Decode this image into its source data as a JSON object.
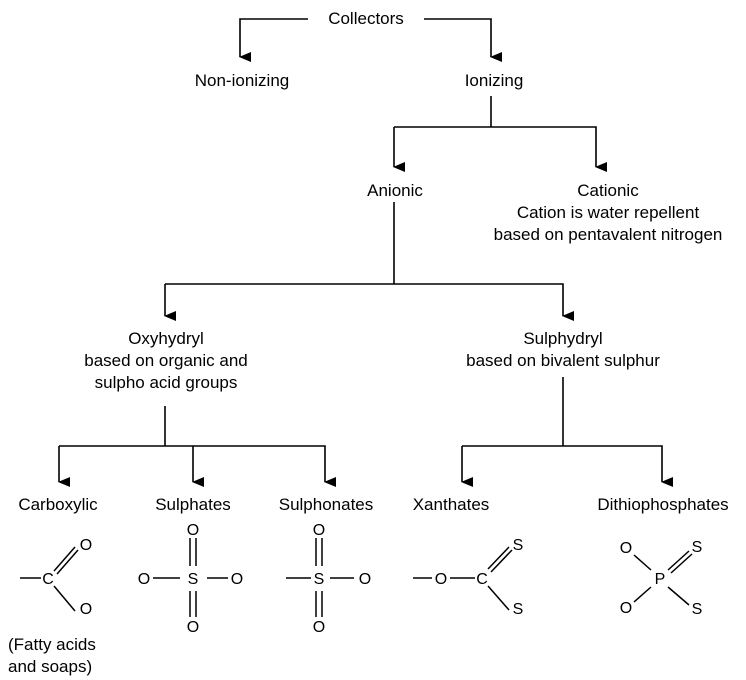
{
  "root": "Collectors",
  "level1": {
    "left": "Non-ionizing",
    "right": "Ionizing"
  },
  "level2": {
    "anionic": "Anionic",
    "cationic": [
      "Cationic",
      "Cation is water repellent",
      "based on pentavalent nitrogen"
    ]
  },
  "level3": {
    "oxyhydryl": [
      "Oxyhydryl",
      "based on organic and",
      "sulpho acid groups"
    ],
    "sulphydryl": [
      "Sulphydryl",
      "based on bivalent sulphur"
    ]
  },
  "level4": {
    "carboxylic": "Carboxylic",
    "sulphates": "Sulphates",
    "sulphonates": "Sulphonates",
    "xanthates": "Xanthates",
    "dithiophosphates": "Dithiophosphates"
  },
  "note": [
    "(Fatty acids",
    "and soaps)"
  ],
  "atoms": {
    "C": "C",
    "O": "O",
    "S": "S",
    "P": "P"
  }
}
